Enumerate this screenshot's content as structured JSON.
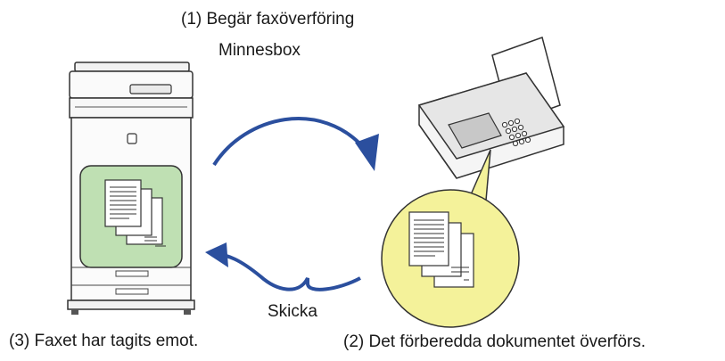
{
  "diagram": {
    "step1": {
      "line1": "(1) Begär faxöverföring",
      "line2": "Minnesbox"
    },
    "step2": "(2) Det förberedda dokumentet överförs.",
    "step3": "(3) Faxet har tagits emot.",
    "send_label": "Skicka"
  },
  "colors": {
    "arrow": "#2b4f9e",
    "printer_highlight": "#bfe0b3",
    "fax_highlight": "#f4f29a",
    "outline": "#333333"
  },
  "icons": {
    "printer": "multifunction-printer-icon",
    "fax": "fax-machine-icon",
    "document": "document-stack-icon"
  }
}
